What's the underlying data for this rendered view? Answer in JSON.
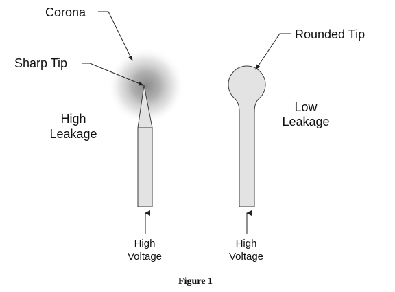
{
  "labels": {
    "corona": "Corona",
    "sharp_tip": "Sharp Tip",
    "rounded_tip": "Rounded Tip",
    "high_leakage_line1": "High",
    "high_leakage_line2": "Leakage",
    "low_leakage_line1": "Low",
    "low_leakage_line2": "Leakage",
    "left_voltage_line1": "High",
    "left_voltage_line2": "Voltage",
    "right_voltage_line1": "High",
    "right_voltage_line2": "Voltage"
  },
  "caption": "Figure 1",
  "colors": {
    "conductor_fill": "#e3e3e3",
    "conductor_stroke": "#3a3a3a",
    "corona_center": "#8a8a8a"
  }
}
